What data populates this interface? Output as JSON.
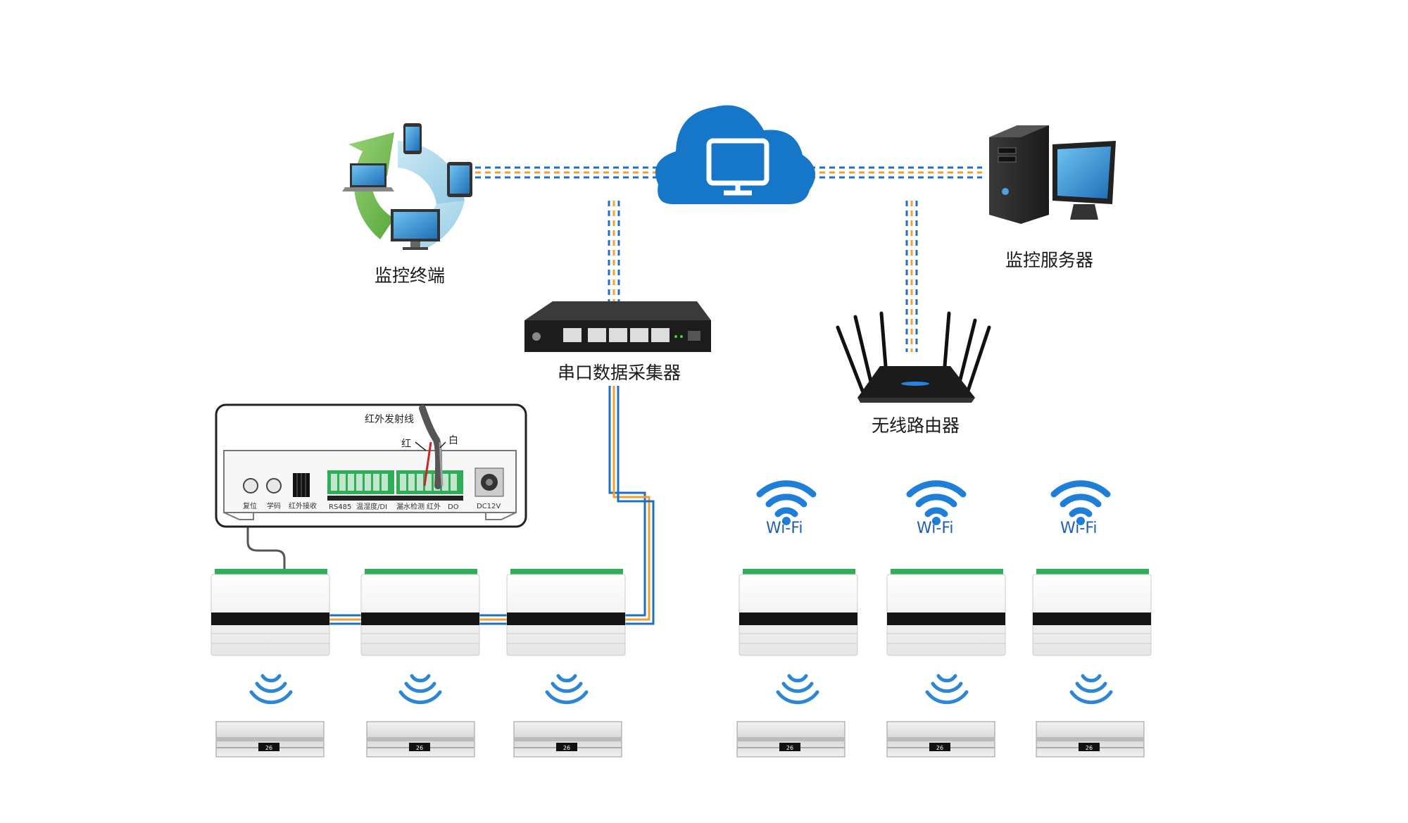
{
  "nodes": {
    "terminal": "监控终端",
    "server": "监控服务器",
    "collector": "串口数据采集器",
    "router": "无线路由器"
  },
  "wifi_label": "Wi-Fi",
  "panel": {
    "cable_label": "红外发射线",
    "wire_red": "红",
    "wire_white": "白",
    "btn_reset": "复位",
    "btn_learn": "学码",
    "ir_receive": "红外接收",
    "rs485": "RS485",
    "temp_humidity": "温湿度/DI",
    "leak_detect": "漏水检测",
    "ir": "红外",
    "do": "DO",
    "power": "DC12V"
  },
  "ac_display_value": "26",
  "colors": {
    "cloud": "#1677c8",
    "line_blue": "#1d6fc4",
    "line_orange": "#f0a030",
    "wifi": "#1f7fd8"
  }
}
